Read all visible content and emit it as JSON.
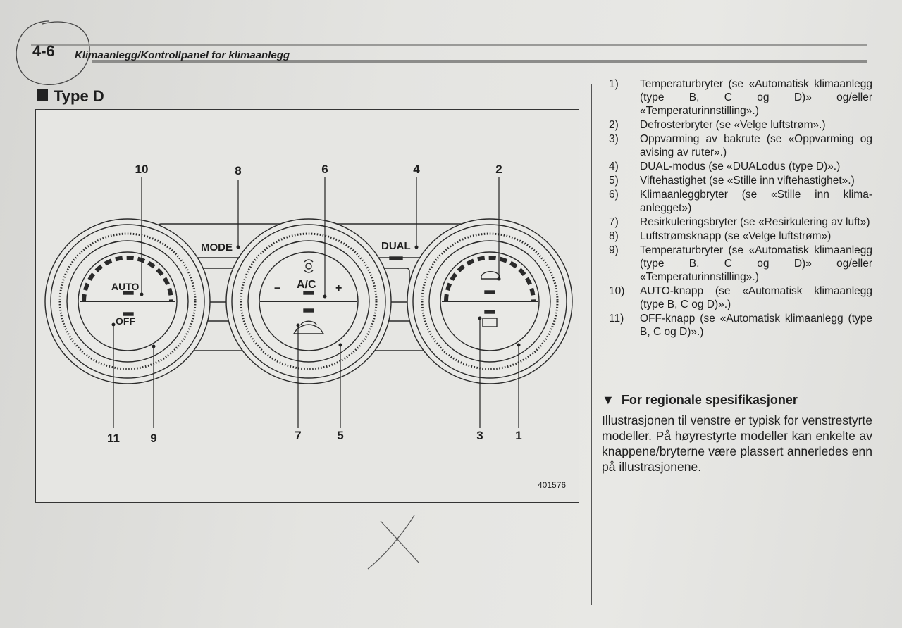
{
  "header": {
    "page_number": "4-6",
    "title": "Klimaanlegg/Kontrollpanel for klimaanlegg"
  },
  "section": {
    "title": "Type D"
  },
  "figure": {
    "id": "401576",
    "labels": {
      "mode": "MODE",
      "dual": "DUAL",
      "auto": "AUTO",
      "off": "OFF",
      "ac": "A/C",
      "minus": "−",
      "plus": "+"
    },
    "callouts": {
      "c1": "1",
      "c2": "2",
      "c3": "3",
      "c4": "4",
      "c5": "5",
      "c6": "6",
      "c7": "7",
      "c8": "8",
      "c9": "9",
      "c10": "10",
      "c11": "11"
    }
  },
  "legend": [
    {
      "num": "1)",
      "text": "Temperaturbryter (se «Automatisk klima­anlegg (type B, C og D)» og/eller «Temperaturinnstilling».)"
    },
    {
      "num": "2)",
      "text": "Defrosterbryter (se «Velge luftstrøm».)"
    },
    {
      "num": "3)",
      "text": "Oppvarming av bakrute (se «Oppvarm­ing og avising av ruter».)"
    },
    {
      "num": "4)",
      "text": "DUAL-modus (se «DUALodus (type D)».)"
    },
    {
      "num": "5)",
      "text": "Viftehastighet (se «Stille inn vifte­hastighet».)"
    },
    {
      "num": "6)",
      "text": "Klimaanleggbryter (se «Stille inn klima­anlegget»)"
    },
    {
      "num": "7)",
      "text": "Resirkuleringsbryter (se «Resirkulering av luft»)"
    },
    {
      "num": "8)",
      "text": "Luftstrømsknapp (se «Velge luftstrøm»)"
    },
    {
      "num": "9)",
      "text": "Temperaturbryter (se «Automatisk klima­anlegg (type B, C og D)» og/eller «Temperaturinnstilling».)"
    },
    {
      "num": "10)",
      "text": "AUTO-knapp (se «Automatisk klima­anlegg (type B, C og D)».)"
    },
    {
      "num": "11)",
      "text": "OFF-knapp (se «Automatisk klimaanlegg (type B, C og D)».)"
    }
  ],
  "regional": {
    "title": "For regionale spesifikasjoner",
    "body": "Illustrasjonen til venstre er typisk for venstrestyrte modeller. På høyrestyrte modeller kan enkelte av knappene/bry­terne være plassert annerledes enn på illustrasjonene."
  }
}
